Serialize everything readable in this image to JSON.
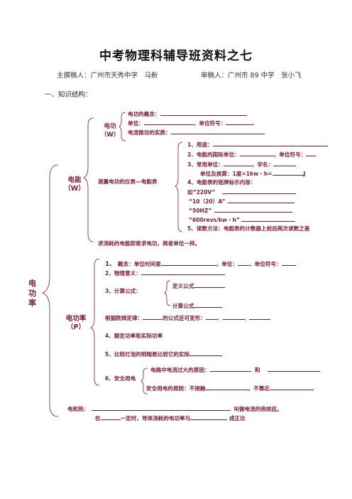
{
  "header": {
    "title": "中考物理科辅导班资料之七",
    "author_label": "主撰稿人：广州市天秀中学　马新",
    "reviewer_label": "审稿人：广州市 89 中学　张小飞"
  },
  "section_title": "一、知识结构：",
  "root_label": "电功率",
  "work": {
    "group_label": "电能（W）",
    "sub_label": "电功（W）",
    "concept": "电功的概念：",
    "unit": "单位：",
    "unit_symbol": "，单位符号：",
    "essence": "电流做功的实质：",
    "meter_label": "测量电功的仪表—电能表",
    "meter_items": [
      "1、用途：",
      "2、电能的国际单位：",
      "，单位符号：",
      "3、常用单位：",
      "，学名：",
      "单位及换算：1度=1kw・h=",
      "J",
      "4、电能表的铭牌标示内容：",
      "如“220V”",
      "“10（20）A”",
      "“50HZ”",
      "“600revs/kw・h”",
      "5、读数方法：电能表的计数器上前后两次读数之差"
    ],
    "footer_note": "求消耗的电能即是求电功，两者单位一样。"
  },
  "power": {
    "group_label": "电功率（P）",
    "item1a": "1、",
    "item1b": "概念：单位时间里",
    "item1c": "，单位：",
    "item1d": "，单位符号：",
    "item2": "2、物理意义：",
    "item3": "3、计算公式：",
    "formula_def": "定义公式",
    "formula_calc": "计算公式",
    "ohm_law": "根据欧姆定律：",
    "ohm_law_tail": "的公式还可变形：",
    "item4": "4、额定功率和实际功率",
    "item5": "5、比较灯泡的明暗是比较它的实际",
    "item6": "6、安全用电",
    "overload": "电路中电流过大的原因：",
    "and": "和",
    "safety_principle": "安全用电的原则：不接触",
    "not_near": "，不靠近"
  },
  "heat": {
    "label": "电和热：",
    "tail": "叫做电流的热效应。",
    "line2_prefix": "在",
    "line2_mid": "一定时，导体消耗的电功率与",
    "line2_tail": "成正比"
  }
}
